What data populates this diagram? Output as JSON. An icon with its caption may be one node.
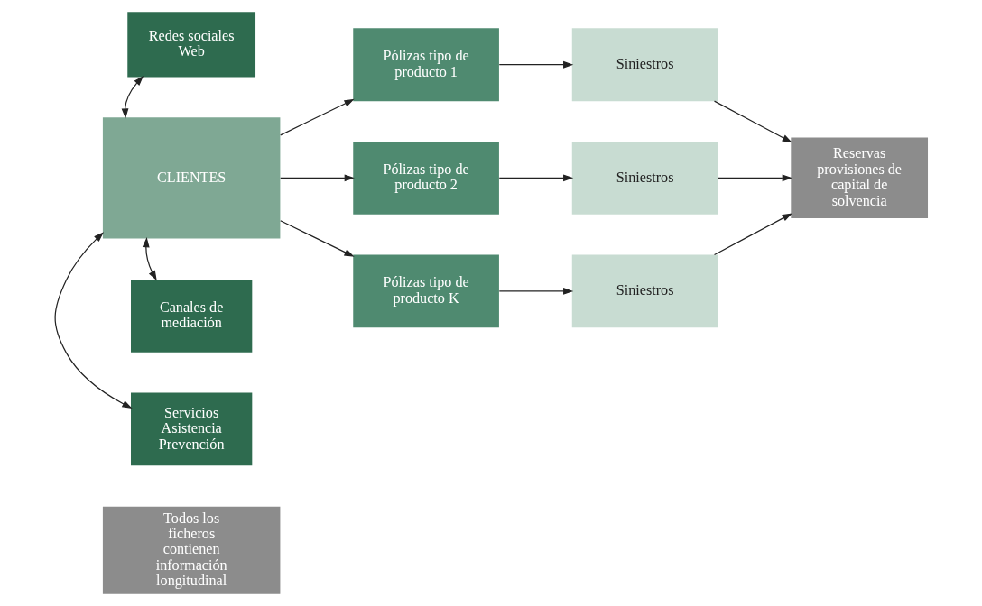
{
  "diagram": {
    "nodes": [
      {
        "text": [
          "Redes sociales Web"
        ]
      },
      {
        "text": [
          "CLIENTES"
        ]
      },
      {
        "text": [
          "Canales de mediación"
        ]
      },
      {
        "text": [
          "Servicios Asistencia Prevención"
        ]
      },
      {
        "text": [
          "Todos los ficheros contienen información longitudinal"
        ]
      },
      {
        "text": [
          "Pólizas tipo de producto 1"
        ]
      },
      {
        "text": [
          "Siniestros"
        ]
      },
      {
        "text": [
          "Pólizas tipo de producto 2"
        ]
      },
      {
        "text": [
          "Siniestros"
        ]
      },
      {
        "text": [
          "Pólizas tipo de producto K"
        ]
      },
      {
        "text": [
          "Siniestros"
        ]
      },
      {
        "text": [
          "Reservas provisiones de capital de solvencia"
        ]
      }
    ],
    "edges": [
      {
        "from": 0,
        "to": 1,
        "arrow": "both"
      },
      {
        "from": 1,
        "to": 2,
        "arrow": "both"
      },
      {
        "from": 1,
        "to": 3,
        "arrow": "both"
      },
      {
        "from": 1,
        "to": 5,
        "arrow": "to"
      },
      {
        "from": 1,
        "to": 7,
        "arrow": "to"
      },
      {
        "from": 1,
        "to": 9,
        "arrow": "to"
      },
      {
        "from": 5,
        "to": 6,
        "arrow": "to"
      },
      {
        "from": 7,
        "to": 8,
        "arrow": "to"
      },
      {
        "from": 9,
        "to": 10,
        "arrow": "to"
      },
      {
        "from": 6,
        "to": 11,
        "arrow": "to"
      },
      {
        "from": 8,
        "to": 11,
        "arrow": "to"
      },
      {
        "from": 10,
        "to": 11,
        "arrow": "to"
      }
    ]
  }
}
